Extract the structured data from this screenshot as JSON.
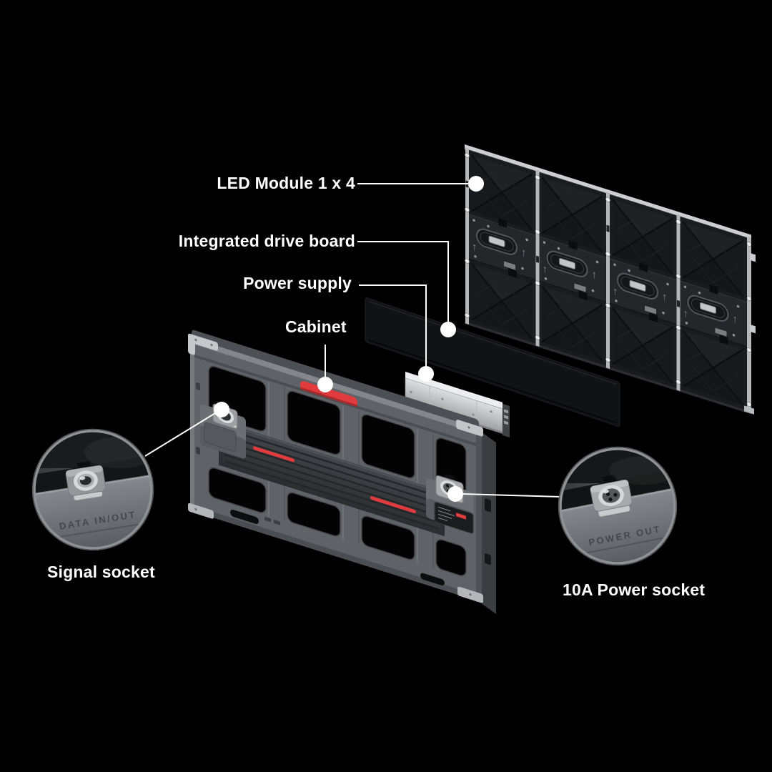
{
  "diagram": {
    "background_color": "#000000",
    "callouts": {
      "led_module": "LED Module 1 x 4",
      "drive_board": "Integrated drive board",
      "power_supply": "Power supply",
      "cabinet": "Cabinet",
      "signal_socket": "Signal socket",
      "power_socket": "10A Power socket"
    },
    "engravings": {
      "signal": "DATA IN/OUT",
      "power": "POWER OUT"
    },
    "colors": {
      "label_text": "#ffffff",
      "leader_line": "#ffffff",
      "accent_red": "#e23b3e",
      "cabinet_gray": "#63676b",
      "module_dark": "#1a1c1f",
      "silver": "#c9ccce",
      "inset_ring": "#8f9295"
    }
  }
}
